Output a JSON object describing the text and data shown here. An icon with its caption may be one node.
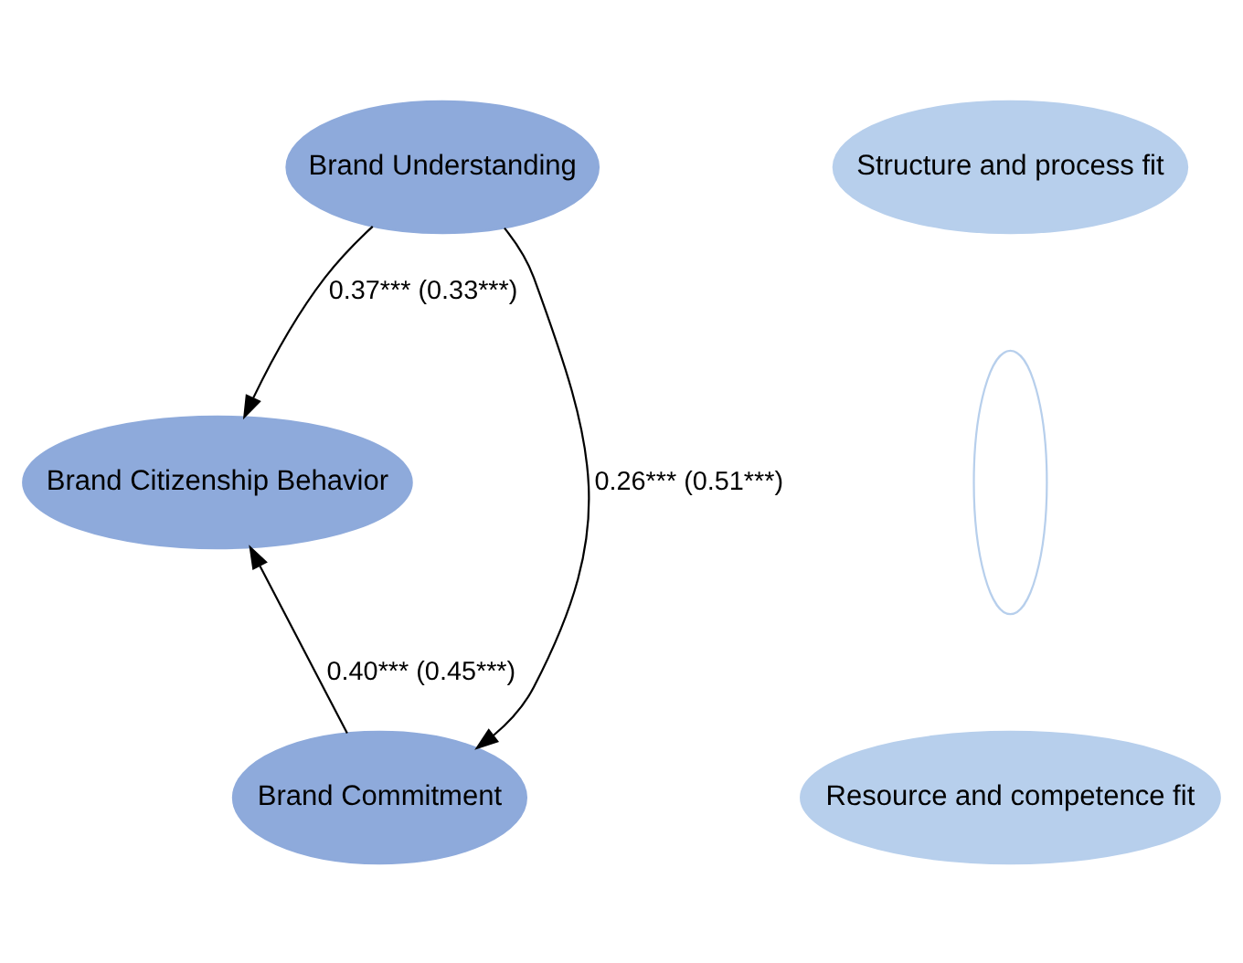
{
  "diagram": {
    "nodes": [
      {
        "text": [
          "Brand Understanding"
        ]
      },
      {
        "text": [
          "Structure and process fit"
        ]
      },
      {
        "text": [],
        "shape": "ellipse"
      },
      {
        "text": [
          "Brand Citizenship Behavior"
        ]
      },
      {
        "text": [
          "Resource and competence fit"
        ]
      },
      {
        "text": [
          "Brand Commitment"
        ]
      }
    ],
    "edges": [
      {
        "from": 0,
        "to": 3,
        "arrow": "to",
        "label": "0.37*** (0.33***)"
      },
      {
        "from": 0,
        "to": 5,
        "arrow": "to",
        "label": "0.26*** (0.51***)"
      },
      {
        "from": 5,
        "to": 3,
        "arrow": "to",
        "label": "0.40*** (0.45***)"
      }
    ]
  }
}
